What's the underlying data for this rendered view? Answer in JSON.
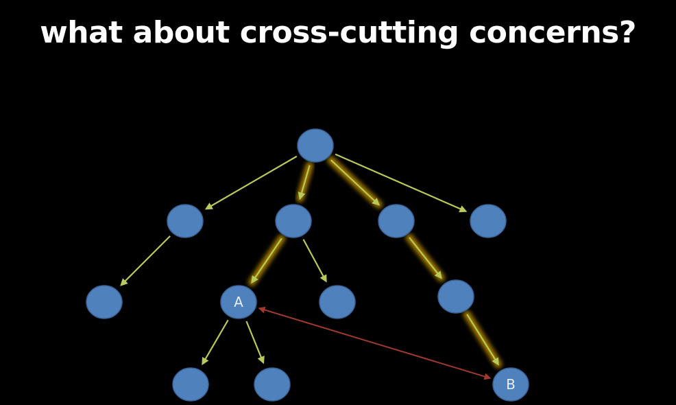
{
  "slide": {
    "title": "what about cross-cutting concerns?"
  },
  "diagram": {
    "colors": {
      "background": "#000000",
      "node_fill": "#4f81bd",
      "node_stroke": "#3a6194",
      "node_text": "#e8eef7",
      "edge": "#b9c95a",
      "highlight_glow": "#d9a400",
      "cross_link": "#a0392e"
    },
    "nodes": [
      {
        "id": "root",
        "label": ""
      },
      {
        "id": "n1",
        "label": ""
      },
      {
        "id": "n2",
        "label": ""
      },
      {
        "id": "n3",
        "label": ""
      },
      {
        "id": "n4",
        "label": ""
      },
      {
        "id": "n5",
        "label": ""
      },
      {
        "id": "A",
        "label": "A"
      },
      {
        "id": "n6",
        "label": ""
      },
      {
        "id": "n7",
        "label": ""
      },
      {
        "id": "n8",
        "label": ""
      },
      {
        "id": "n9",
        "label": ""
      },
      {
        "id": "B",
        "label": "B"
      }
    ],
    "edges": [
      {
        "from": "root",
        "to": "n1",
        "highlight": false
      },
      {
        "from": "root",
        "to": "n2",
        "highlight": true
      },
      {
        "from": "root",
        "to": "n3",
        "highlight": true
      },
      {
        "from": "root",
        "to": "n4",
        "highlight": false
      },
      {
        "from": "n1",
        "to": "n5",
        "highlight": false
      },
      {
        "from": "n2",
        "to": "A",
        "highlight": true
      },
      {
        "from": "n2",
        "to": "n6",
        "highlight": false
      },
      {
        "from": "n3",
        "to": "n7",
        "highlight": true
      },
      {
        "from": "A",
        "to": "n8",
        "highlight": false
      },
      {
        "from": "A",
        "to": "n9",
        "highlight": false
      },
      {
        "from": "n7",
        "to": "B",
        "highlight": true
      }
    ],
    "cross_links": [
      {
        "from": "A",
        "to": "B",
        "direction": "both"
      }
    ]
  }
}
